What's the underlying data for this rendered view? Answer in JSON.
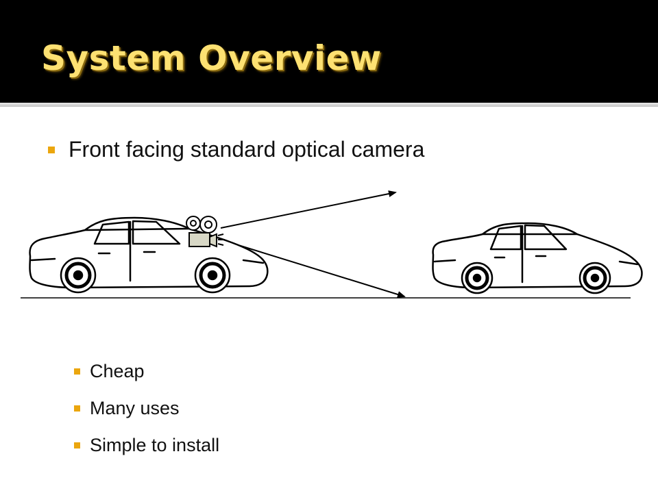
{
  "slide": {
    "title": "System Overview",
    "main_bullet": "Front facing standard optical camera",
    "sub_bullets": [
      "Cheap",
      "Many uses",
      "Simple to install"
    ]
  },
  "colors": {
    "title_band": "#000000",
    "title_text": "#fde172",
    "bullet_accent": "#eba60e",
    "body_text": "#111111"
  },
  "icons": {
    "bullet": "square-bullet-icon",
    "camera": "movie-camera-icon",
    "car": "sedan-car-icon"
  }
}
